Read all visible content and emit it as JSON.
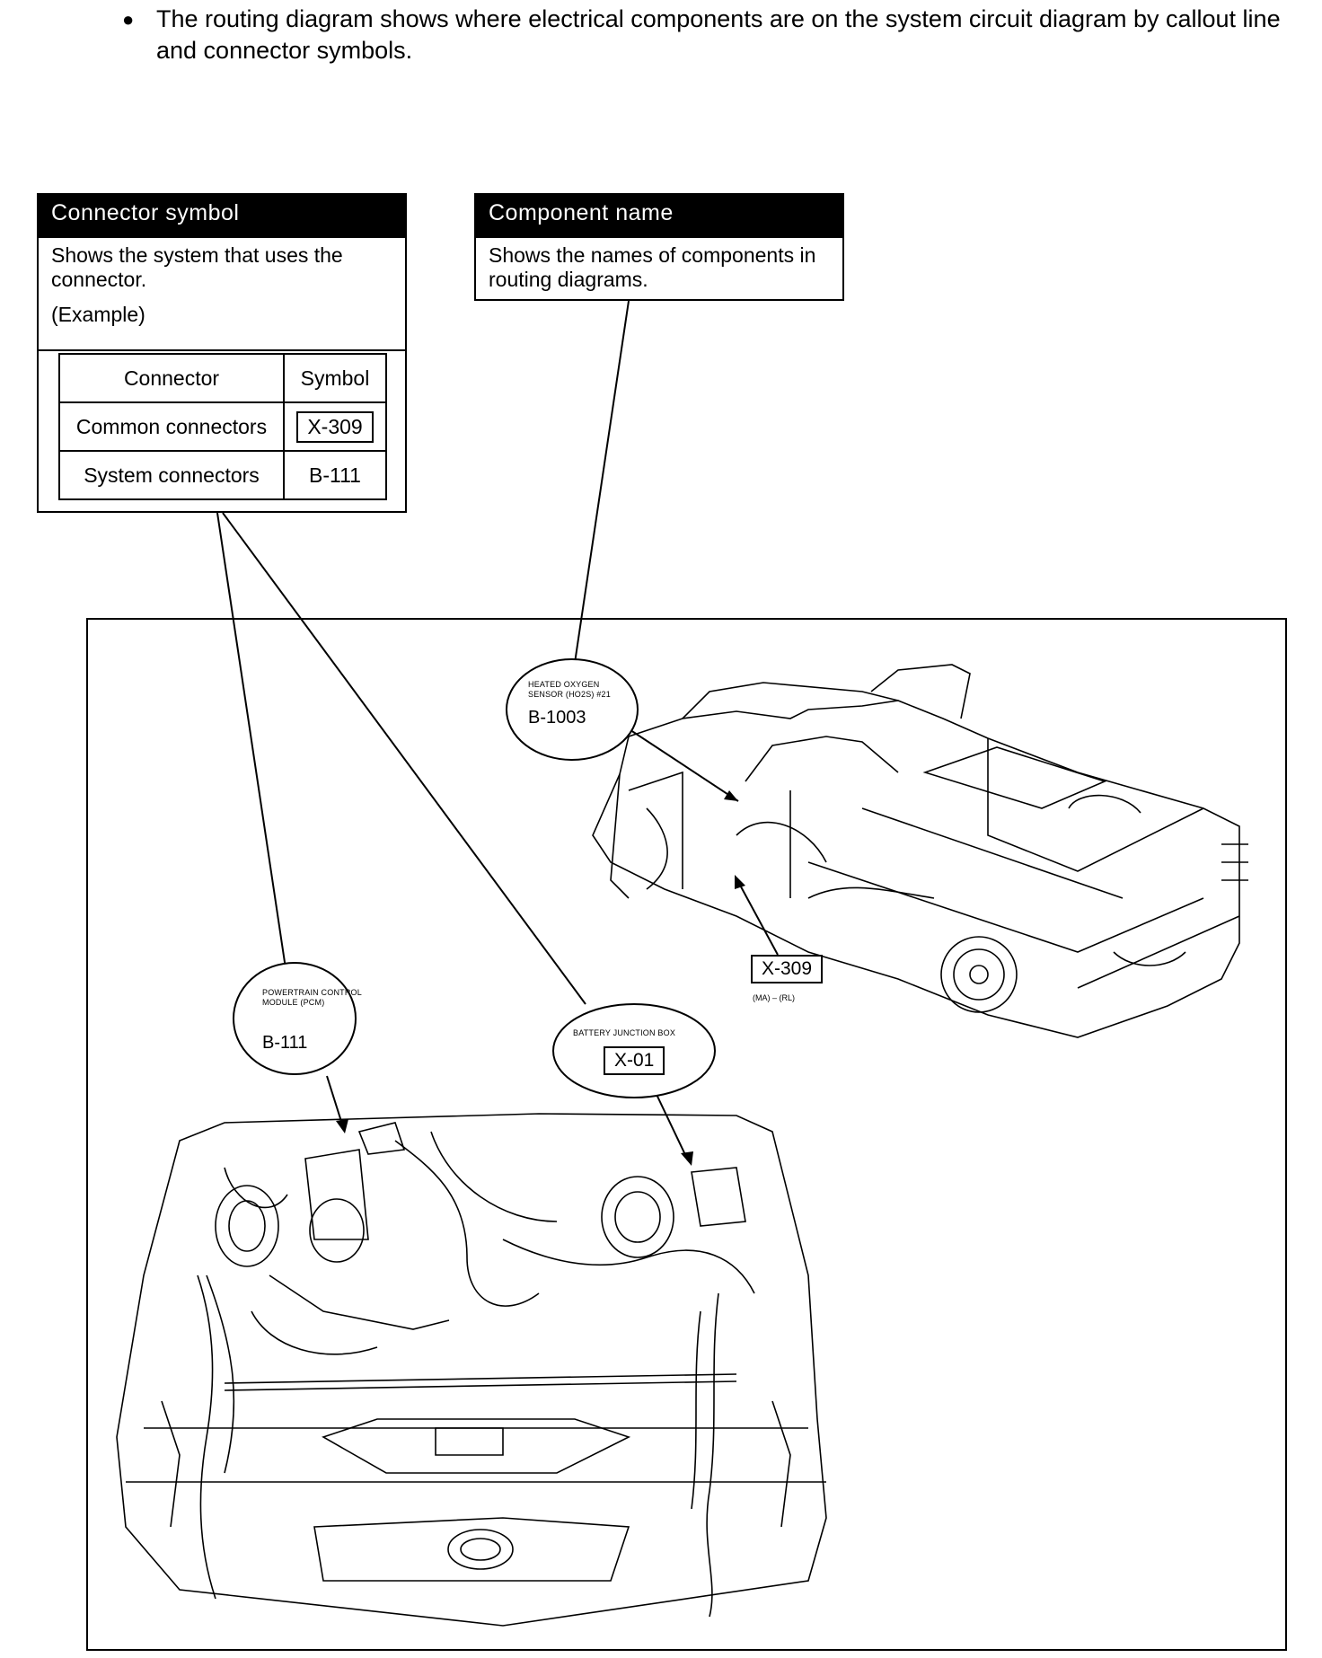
{
  "intro": {
    "bullet": "●",
    "text": "The routing diagram shows where electrical components are on the system circuit diagram by callout line and connector symbols."
  },
  "connector_box": {
    "title": "Connector symbol",
    "description": "Shows the system that uses the connector.",
    "example": "(Example)",
    "table": {
      "headers": [
        "Connector",
        "Symbol"
      ],
      "rows": [
        {
          "label": "Common connectors",
          "symbol": "X-309"
        },
        {
          "label": "System connectors",
          "symbol": "B-111"
        }
      ]
    }
  },
  "component_box": {
    "title": "Component name",
    "description": "Shows the names of components in routing diagrams."
  },
  "callouts": {
    "ho2s": {
      "name": "HEATED OXYGEN SENSOR (HO2S) #21",
      "code": "B-1003"
    },
    "x309": {
      "code": "X-309",
      "sub": "(MA) – (RL)"
    },
    "pcm": {
      "name": "POWERTRAIN CONTROL MODULE (PCM)",
      "code": "B-111"
    },
    "bjb": {
      "name": "BATTERY JUNCTION BOX",
      "code": "X-01"
    }
  }
}
